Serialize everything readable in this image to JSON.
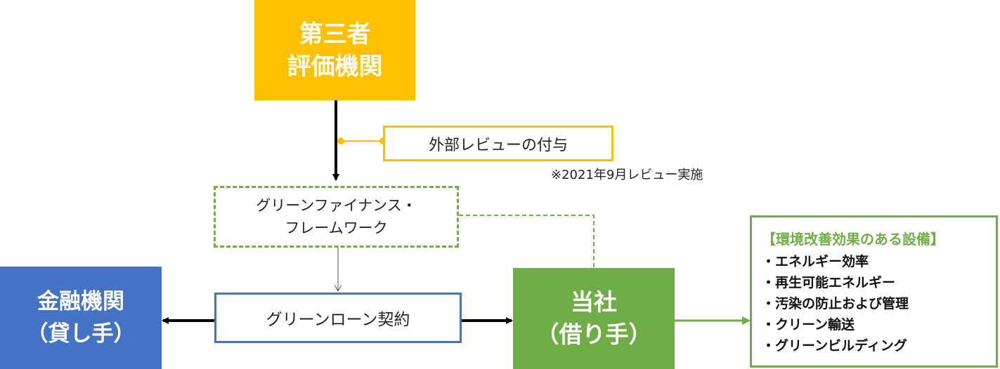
{
  "evaluator": {
    "line1": "第三者",
    "line2": "評価機関"
  },
  "external_review": {
    "label": "外部レビューの付与",
    "note": "※2021年9月レビュー実施"
  },
  "framework": {
    "line1": "グリーンファイナンス・",
    "line2": "フレームワーク"
  },
  "lender": {
    "line1": "金融機関",
    "line2": "（貸し手）"
  },
  "loan_contract": {
    "label": "グリーンローン契約"
  },
  "borrower": {
    "line1": "当社",
    "line2": "（借り手）"
  },
  "facilities": {
    "heading": "【環境改善効果のある設備】",
    "items": [
      "・エネルギー効率",
      "・再生可能エネルギー",
      "・汚染の防止および管理",
      "・クリーン輸送",
      "・グリーンビルディング"
    ]
  },
  "colors": {
    "evaluator": "#FFC000",
    "lender": "#4472C4",
    "borrower": "#70AD47",
    "arrow": "#000000"
  }
}
